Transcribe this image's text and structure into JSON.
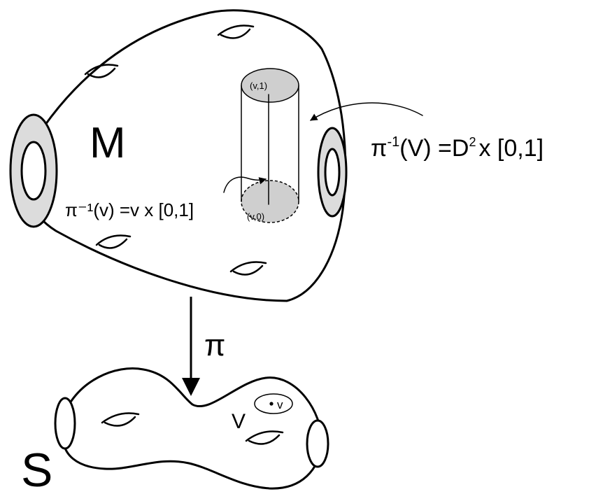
{
  "labels": {
    "manifold": "M",
    "surface": "S",
    "projection": "π",
    "neighborhood": "V",
    "point": "v",
    "top_point": "(v,1)",
    "bottom_point": "(v,0)",
    "fiber_preimage": "π⁻¹(v) =v x [0,1]",
    "tube_preimage_prefix": "π",
    "tube_preimage_sup": "-1",
    "tube_preimage_mid": "(V) =D",
    "tube_preimage_sup2": "2",
    "tube_preimage_suffix": "x [0,1]"
  }
}
